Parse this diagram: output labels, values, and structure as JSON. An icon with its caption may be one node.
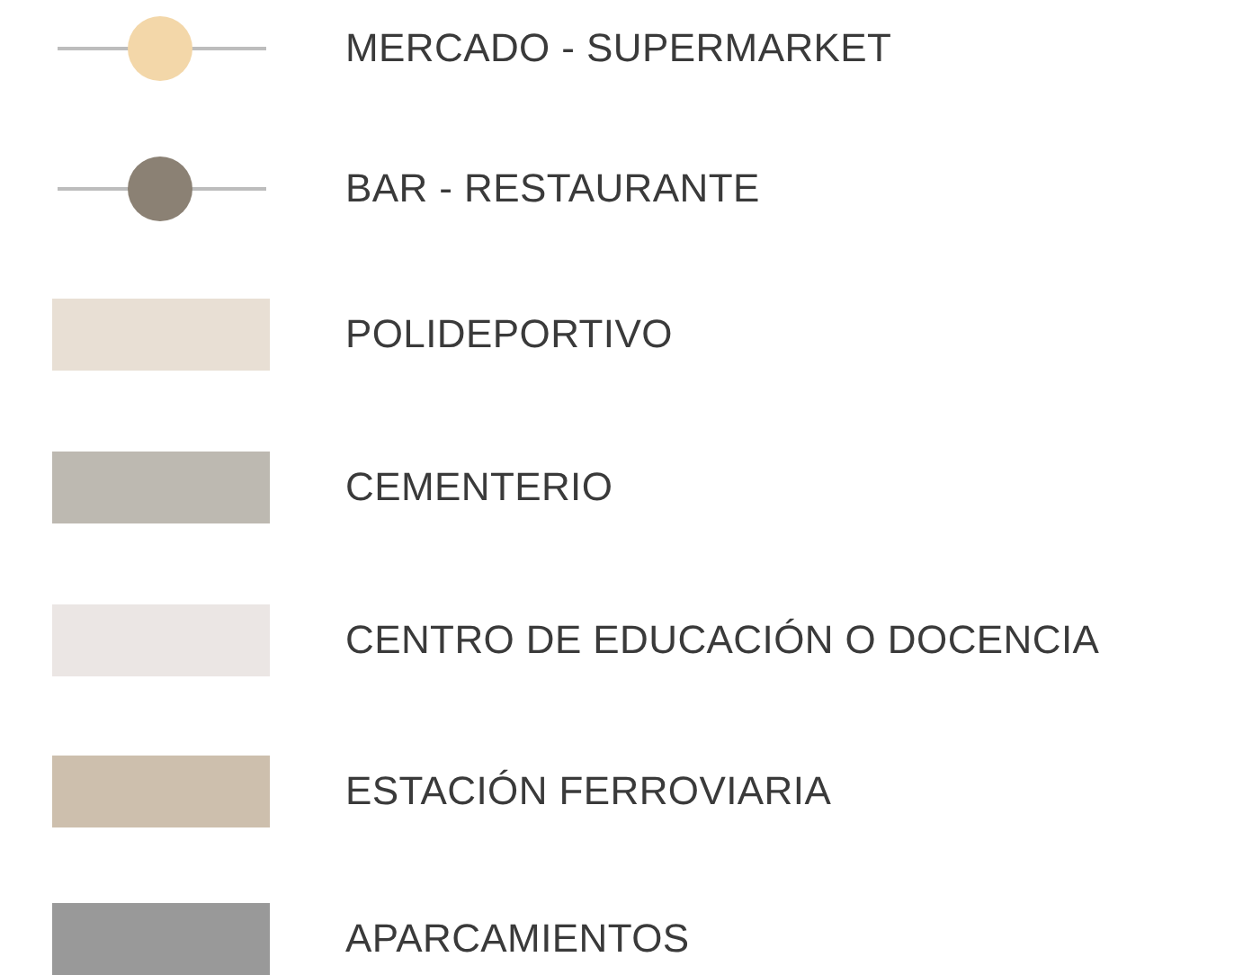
{
  "diagram": {
    "legend": [
      {
        "text": "MERCADO - SUPERMARKET",
        "color": "#f3d7a9"
      },
      {
        "text": "BAR - RESTAURANTE",
        "color": "#8b8174"
      },
      {
        "text": "POLIDEPORTIVO",
        "color": "#e8dfd4"
      },
      {
        "text": "CEMENTERIO",
        "color": "#bdb9b1"
      },
      {
        "text": "CENTRO DE EDUCACIÓN O DOCENCIA",
        "color": "#ebe6e4"
      },
      {
        "text": "ESTACIÓN FERROVIARIA",
        "color": "#cdbfad"
      },
      {
        "text": "APARCAMIENTOS",
        "color": "#999999"
      }
    ]
  }
}
